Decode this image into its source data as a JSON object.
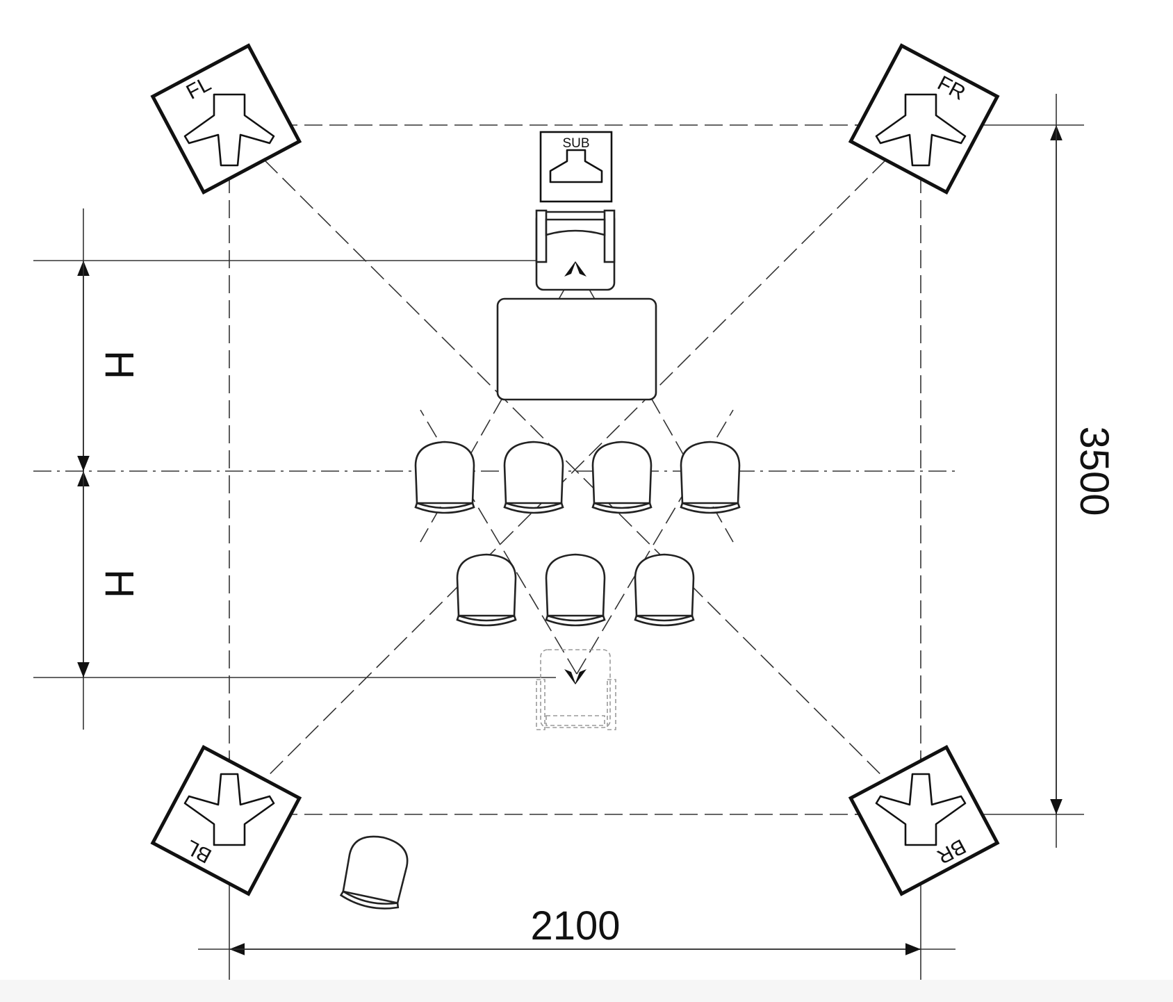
{
  "speakers": {
    "front_left": "FL",
    "front_right": "FR",
    "back_left": "BL",
    "back_right": "BR",
    "subwoofer": "SUB"
  },
  "dimensions": {
    "width": "2100",
    "depth": "3500",
    "h_upper": "H",
    "h_lower": "H"
  },
  "colors": {
    "line": "#333333",
    "outline": "#111111",
    "ghost": "#9a9a9a"
  }
}
